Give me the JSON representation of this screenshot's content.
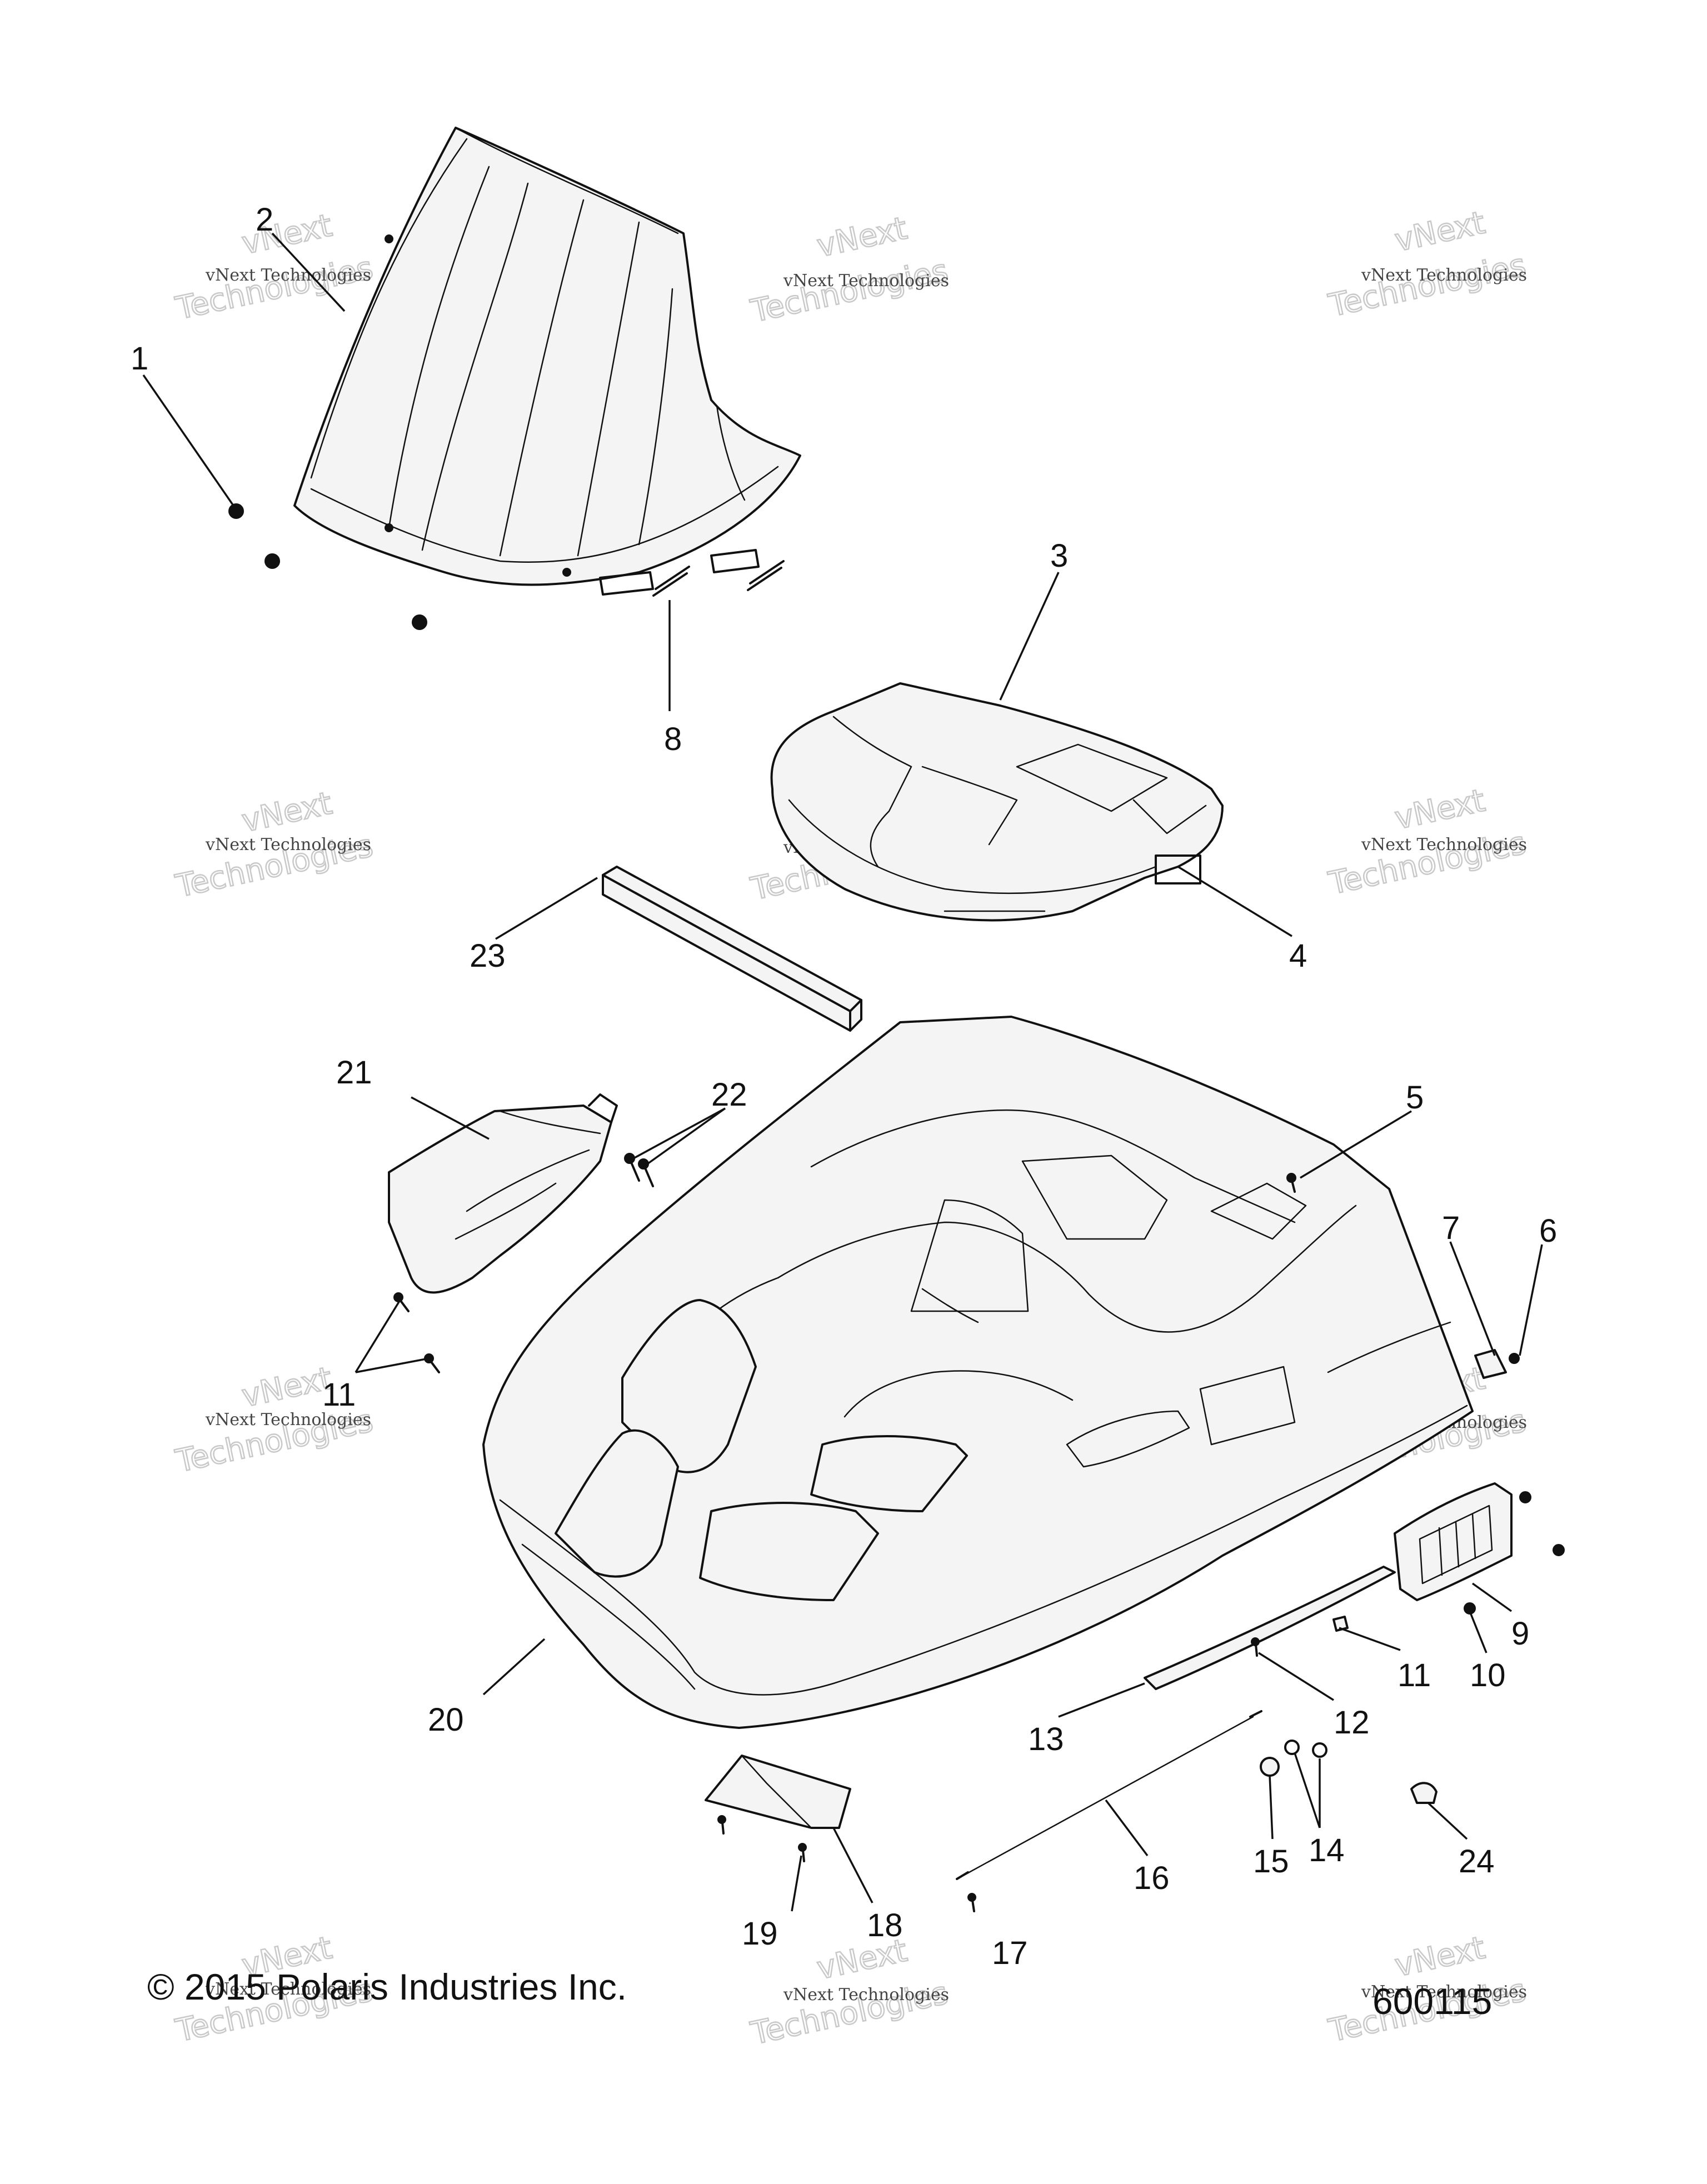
{
  "callouts": [
    "1",
    "2",
    "3",
    "4",
    "5",
    "6",
    "7",
    "8",
    "9",
    "10",
    "11",
    "12",
    "13",
    "14",
    "15",
    "16",
    "17",
    "18",
    "19",
    "20",
    "21",
    "22",
    "23",
    "24"
  ],
  "extra_callouts": [
    "11"
  ],
  "watermark": {
    "line1": "vNext Technologies",
    "line2": "vNext",
    "line3": "Technologies"
  },
  "footer": {
    "copyright": "© 2015 Polaris Industries Inc.",
    "figure_id": "600115"
  }
}
